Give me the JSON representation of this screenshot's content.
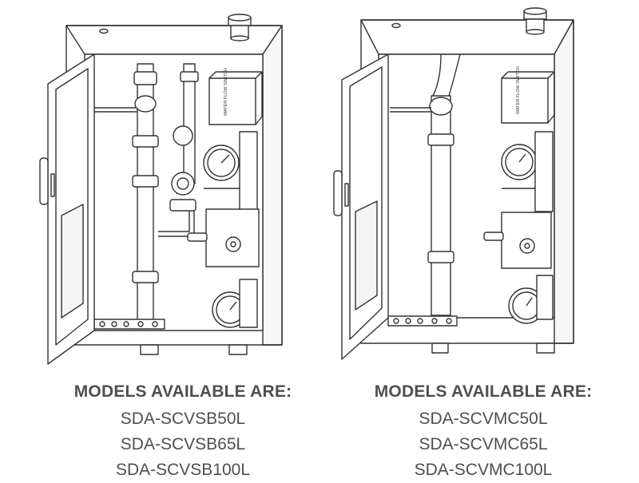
{
  "cabinets": [
    {
      "id": "scvsb",
      "water_flow_switch_label": "WATER FLOW SWITCH",
      "heading": "MODELS AVAILABLE ARE:",
      "models": [
        "SDA-SCVSB50L",
        "SDA-SCVSB65L",
        "SDA-SCVSB100L"
      ]
    },
    {
      "id": "scvmc",
      "water_flow_switch_label": "WATER FLOW SWITCH",
      "heading": "MODELS AVAILABLE ARE:",
      "models": [
        "SDA-SCVMC50L",
        "SDA-SCVMC65L",
        "SDA-SCVMC100L"
      ]
    }
  ]
}
